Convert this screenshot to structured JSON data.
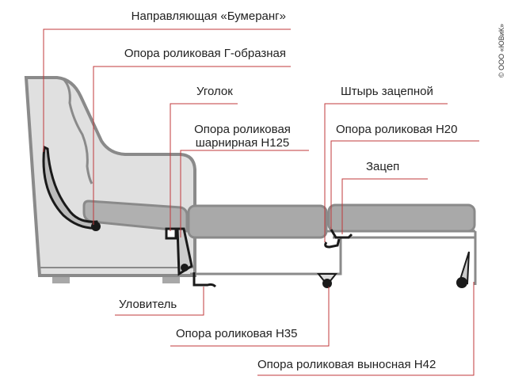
{
  "title": "Sofa transformation mechanism diagram",
  "copyright": "© ООО «ЮВиК»",
  "colors": {
    "leader": "#c0393b",
    "body": "#e0e0e0",
    "outline": "#8a8a8a",
    "cushion": "#a9a9a9",
    "mechanism": "#1a1a1a"
  },
  "labels": {
    "guide_boomerang": "Направляющая «Бумеранг»",
    "roller_l_shaped": "Опора роликовая Г-образная",
    "corner": "Уголок",
    "roller_hinged_line1": "Опора роликовая",
    "roller_hinged_line2": "шарнирная Н125",
    "hook_pin": "Штырь зацепной",
    "roller_h20": "Опора роликовая Н20",
    "hook": "Зацеп",
    "catcher": "Уловитель",
    "roller_h35": "Опора роликовая Н35",
    "roller_outrigger_h42": "Опора роликовая выносная Н42"
  }
}
